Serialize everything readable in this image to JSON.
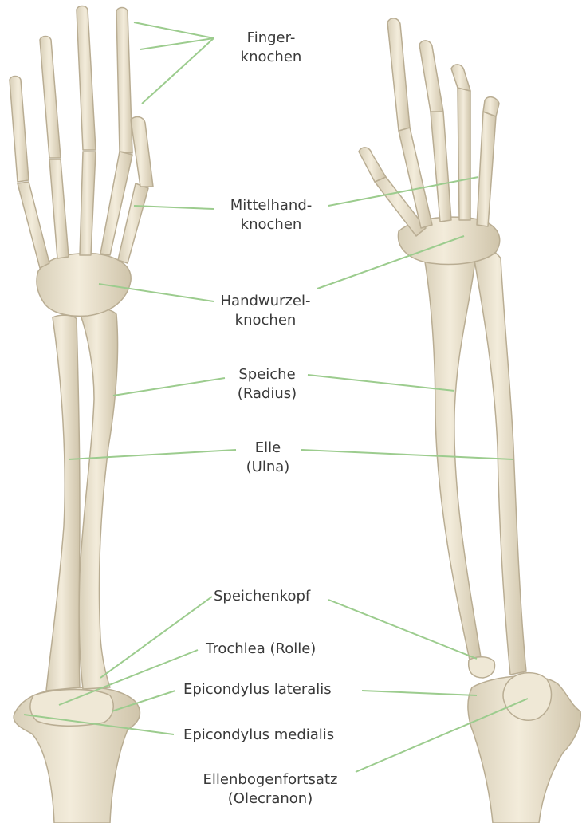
{
  "labels": {
    "fingerknochen": [
      "Finger-",
      "knochen"
    ],
    "mittelhandknochen": [
      "Mittelhand-",
      "knochen"
    ],
    "handwurzelknochen": [
      "Handwurzel-",
      "knochen"
    ],
    "speiche": [
      "Speiche",
      "(Radius)"
    ],
    "elle": [
      "Elle",
      "(Ulna)"
    ],
    "speichenkopf": "Speichenkopf",
    "trochlea": "Trochlea (Rolle)",
    "epicondylus_lateralis": "Epicondylus lateralis",
    "epicondylus_medialis": "Epicondylus medialis",
    "ellenbogenfortsatz": [
      "Ellenbogenfortsatz",
      "(Olecranon)"
    ]
  },
  "colors": {
    "bone_fill": "#ece4d0",
    "bone_stroke": "#b9ad93",
    "bone_shade": "#d6cbb1",
    "leader_line": "#9ccc8e",
    "label_text": "#3a3a3a"
  }
}
